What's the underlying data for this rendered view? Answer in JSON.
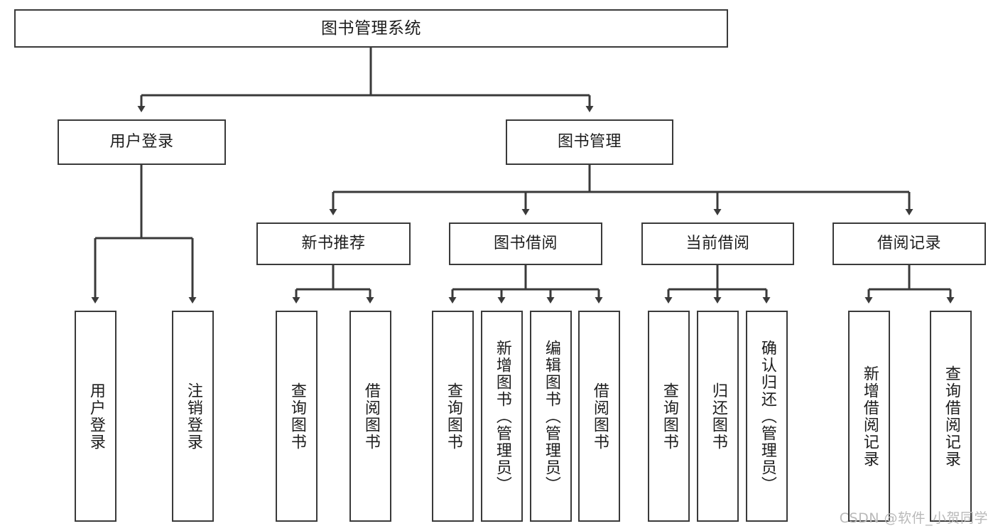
{
  "diagram": {
    "type": "tree",
    "title": "图书管理系统",
    "watermark": "CSDN @软件_小贺同学",
    "line_color": "#3a3a3a",
    "box_fill": "#ffffff",
    "text_color": "#1d1d1d",
    "watermark_color": "#b9b9b9"
  },
  "nodes": {
    "root": {
      "label": "图书管理系统"
    },
    "level2": [
      {
        "label": "用户登录"
      },
      {
        "label": "图书管理"
      }
    ],
    "level3": [
      {
        "label": "新书推荐"
      },
      {
        "label": "图书借阅"
      },
      {
        "label": "当前借阅"
      },
      {
        "label": "借阅记录"
      }
    ],
    "leaves_user_login": [
      {
        "label": "用户登录"
      },
      {
        "label": "注销登录"
      }
    ],
    "leaves_new_book": [
      {
        "label": "查询图书"
      },
      {
        "label": "借阅图书"
      }
    ],
    "leaves_borrow": [
      {
        "label": "查询图书"
      },
      {
        "label": "新增图书（管理员）"
      },
      {
        "label": "编辑图书（管理员）"
      },
      {
        "label": "借阅图书"
      }
    ],
    "leaves_current": [
      {
        "label": "查询图书"
      },
      {
        "label": "归还图书"
      },
      {
        "label": "确认归还（管理员）"
      }
    ],
    "leaves_record": [
      {
        "label": "新增借阅记录"
      },
      {
        "label": "查询借阅记录"
      }
    ]
  }
}
